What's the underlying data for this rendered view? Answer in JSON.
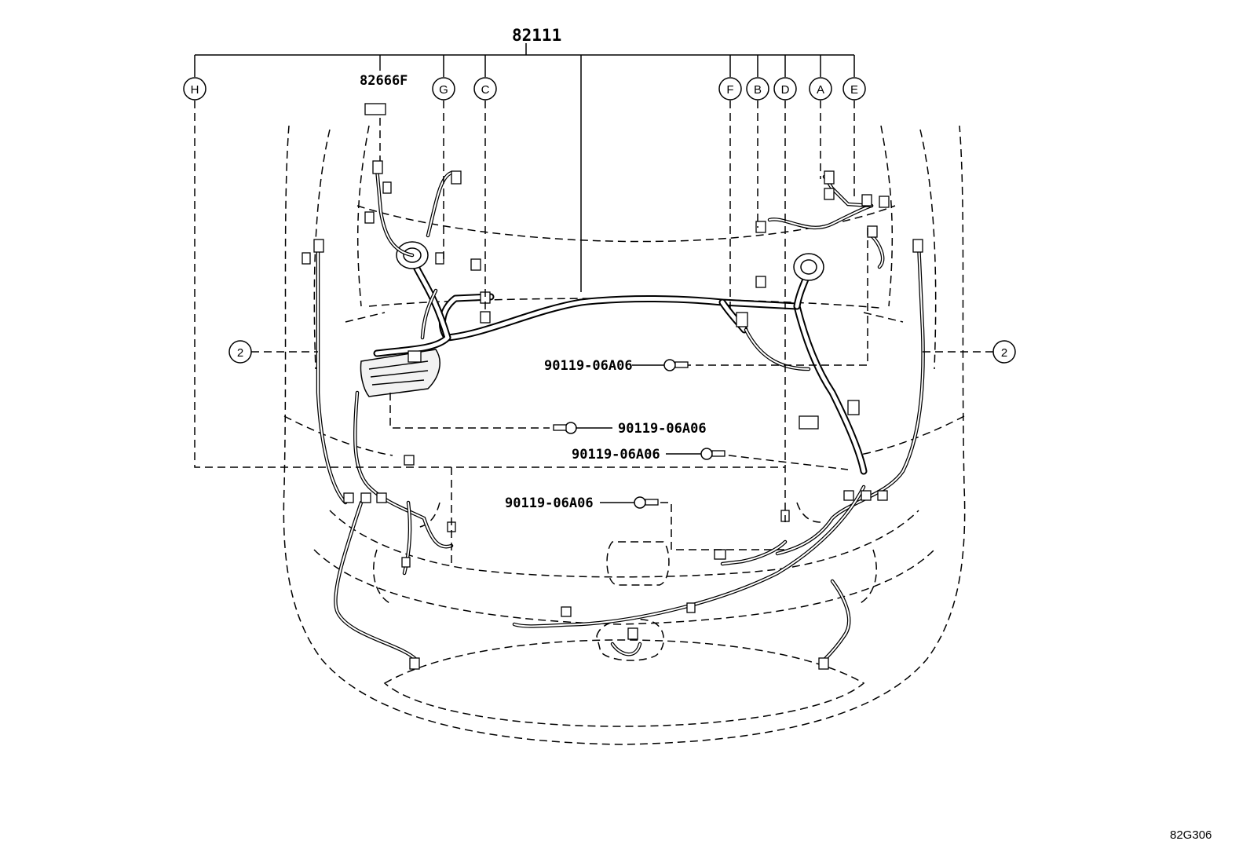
{
  "main_part": "82111",
  "sub_part": "82666F",
  "callout_letters": [
    "H",
    "G",
    "C",
    "F",
    "B",
    "D",
    "A",
    "E"
  ],
  "side_ref": "2",
  "bolt_part": "90119-06A06",
  "figure_id": "82G306"
}
